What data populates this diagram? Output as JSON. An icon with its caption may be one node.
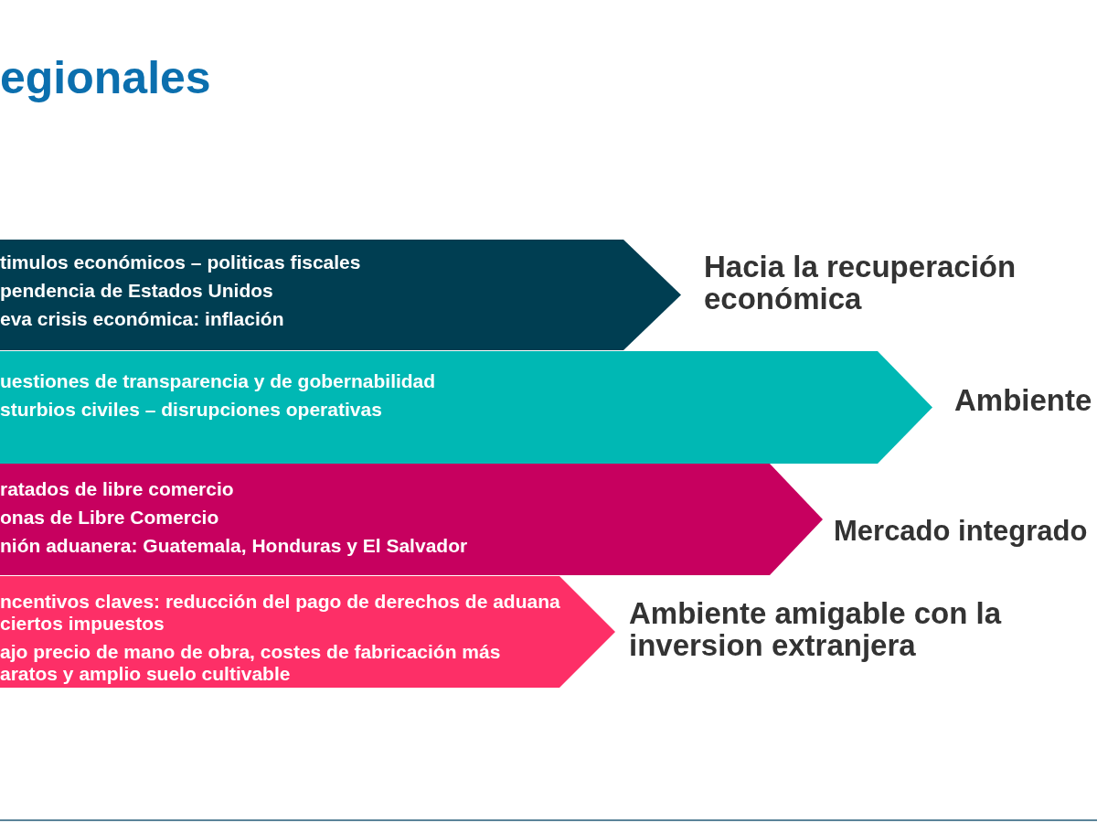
{
  "diagram": {
    "title": "egionales",
    "nodes": [
      {
        "text": [
          "timulos económicos – politicas fiscales",
          "pendencia de Estados Unidos",
          "eva crisis económica: inflación"
        ],
        "beside": [
          "Hacia la recuperación económica"
        ]
      },
      {
        "text": [
          "uestiones de transparencia y de gobernabilidad",
          "sturbios civiles – disrupciones operativas"
        ],
        "beside": [
          "Ambiente"
        ]
      },
      {
        "text": [
          "ratados de libre comercio",
          "onas de Libre Comercio",
          "nión aduanera: Guatemala, Honduras y El Salvador"
        ],
        "beside": [
          "Mercado integrado"
        ]
      },
      {
        "text": [
          "ncentivos claves: reducción del pago de derechos de aduana ciertos impuestos",
          "ajo precio de mano de obra, costes de fabricación más aratos y amplio suelo cultivable"
        ],
        "beside": [
          "Ambiente amigable con la inversion extranjera"
        ]
      }
    ]
  }
}
